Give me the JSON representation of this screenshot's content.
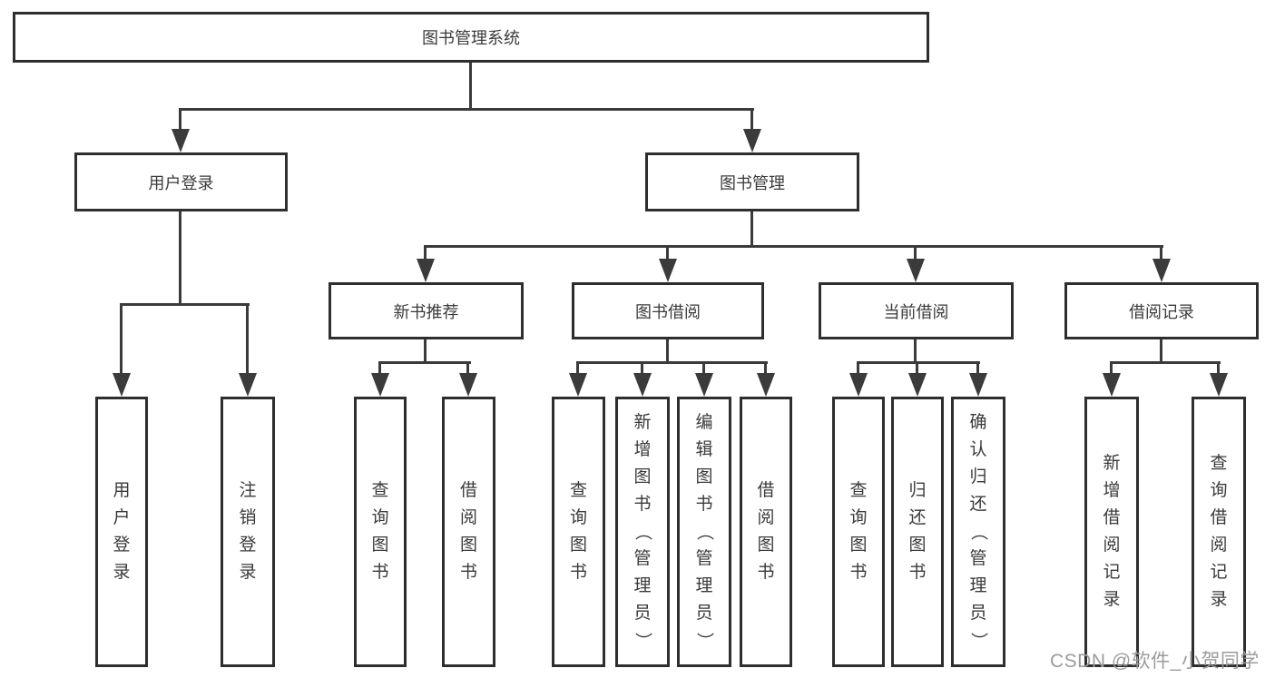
{
  "nodes": {
    "root": {
      "label": "图书管理系统"
    },
    "level2": [
      {
        "label": "用户登录"
      },
      {
        "label": "图书管理"
      }
    ],
    "level3": [
      {
        "label": "新书推荐"
      },
      {
        "label": "图书借阅"
      },
      {
        "label": "当前借阅"
      },
      {
        "label": "借阅记录"
      }
    ],
    "leaves": [
      {
        "label": "用户登录"
      },
      {
        "label": "注销登录"
      },
      {
        "label": "查询图书"
      },
      {
        "label": "借阅图书"
      },
      {
        "label": "查询图书"
      },
      {
        "label": "新增图书（管理员）"
      },
      {
        "label": "编辑图书（管理员）"
      },
      {
        "label": "借阅图书"
      },
      {
        "label": "查询图书"
      },
      {
        "label": "归还图书"
      },
      {
        "label": "确认归还（管理员）"
      },
      {
        "label": "新增借阅记录"
      },
      {
        "label": "查询借阅记录"
      }
    ]
  },
  "watermark": "CSDN @软件_小贺同学",
  "colors": {
    "line": "#3b3b3b",
    "border": "#2e2e2e",
    "text": "#3a3a3a",
    "watermark": "#9b9b9b",
    "background": "#ffffff"
  }
}
